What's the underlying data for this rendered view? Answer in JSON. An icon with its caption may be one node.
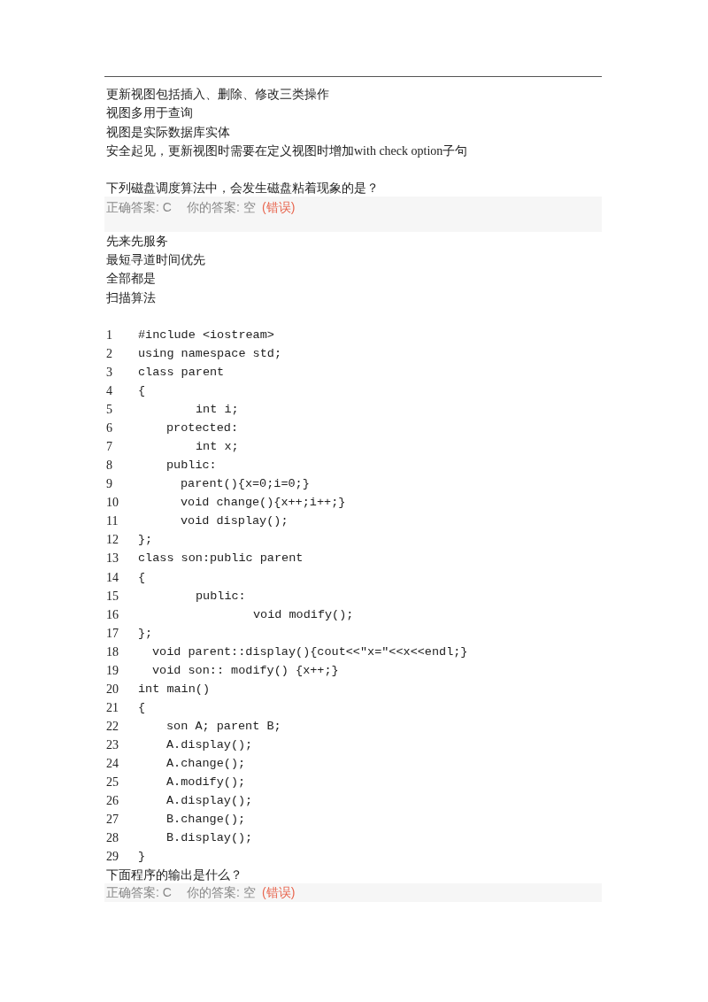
{
  "diagram": {
    "labels": [
      "更新视图包括插入、删除、修改三类操作",
      "视图多用于查询",
      "视图是实际数据库实体",
      "安全起见，更新视图时需要在定义视图时增加with check option子句",
      "下列磁盘调度算法中，会发生磁盘粘着现象的是？",
      "正确答案: C",
      "你的答案: 空",
      "(错误)",
      "先来先服务",
      "最短寻道时间优先",
      "全部都是",
      "扫描算法",
      "1",
      "#include <iostream>",
      "2",
      "using namespace std;",
      "3",
      "class parent",
      "4",
      "{",
      "5",
      "int i;",
      "6",
      "protected:",
      "7",
      "int x;",
      "8",
      "public:",
      "9",
      "parent(){x=0;i=0;}",
      "10",
      "void change(){x++;i++;}",
      "11",
      "void display();",
      "12",
      "};",
      "13",
      "class son:public parent",
      "14",
      "{",
      "15",
      "public:",
      "16",
      "void modify();",
      "17",
      "};",
      "18",
      "void parent::display(){cout<<\"x=\"<<x<<endl;}",
      "19",
      "void son:: modify() {x++;}",
      "20",
      "int main()",
      "21",
      "{",
      "22",
      "son A; parent B;",
      "23",
      "A.display();",
      "24",
      "A.change();",
      "25",
      "A.modify();",
      "26",
      "A.display();",
      "27",
      "B.change();",
      "28",
      "B.display();",
      "29",
      "}",
      "下面程序的输出是什么？",
      "正确答案: C",
      "你的答案: 空",
      "(错误)"
    ]
  }
}
